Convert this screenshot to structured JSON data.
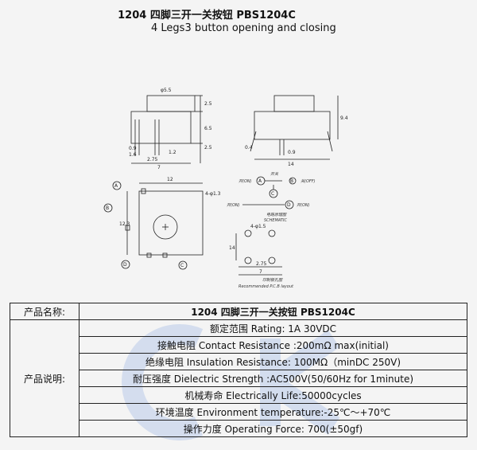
{
  "header": {
    "title": "1204 四脚三开一关按钮 PBS1204C",
    "subtitle": "4 Legs3 button opening and closing"
  },
  "drawing": {
    "side_view": {
      "diameter": "φ5.5",
      "dims_right": [
        "2.5",
        "6.5",
        "2.5"
      ],
      "dims_bottom": [
        "0.9",
        "1.6",
        "2.75",
        "1.2",
        "7"
      ]
    },
    "front_view": {
      "height": "9.4",
      "lead": "0.4",
      "pin": "0.9",
      "width": "14"
    },
    "top_view": {
      "width": "12",
      "height": "12.3",
      "hole": "4-φ1.3",
      "labels": [
        "A",
        "B",
        "C",
        "D"
      ]
    },
    "schematic": {
      "rows": [
        [
          "开(ON)",
          "A",
          "开关",
          "B",
          "关(OFF)"
        ],
        [
          "开(ON)",
          "C"
        ],
        [
          "开(ON)",
          "D",
          "开(ON)"
        ]
      ],
      "caption_cn": "电路原理图",
      "caption_en": "SCHEMATIC"
    },
    "pcb": {
      "hole": "4-φ1.5",
      "dim_v": "14",
      "dim_h": [
        "2.75",
        "7"
      ],
      "caption_cn": "印制板孔图",
      "caption_en": "Recommended P.C.B layout"
    }
  },
  "table": {
    "name_label": "产品名称:",
    "name_value": "1204 四脚三开一关按钮 PBS1204C",
    "desc_label": "产品说明:",
    "rows": [
      "额定范围 Rating:   1A 30VDC",
      "接触电阻 Contact Resistance :200mΩ max(initial)",
      "绝缘电阻 Insulation Resistance: 100MΩ（minDC 250V)",
      "耐压强度 Dielectric Strength :AC500V(50/60Hz for 1minute)",
      "机械寿命 Electrically Life:50000cycles",
      "环境温度 Environment temperature:-25℃～+70℃",
      "操作力度 Operating Force: 700(±50gf)"
    ]
  },
  "watermark": {
    "color": "#c9d6ec"
  }
}
